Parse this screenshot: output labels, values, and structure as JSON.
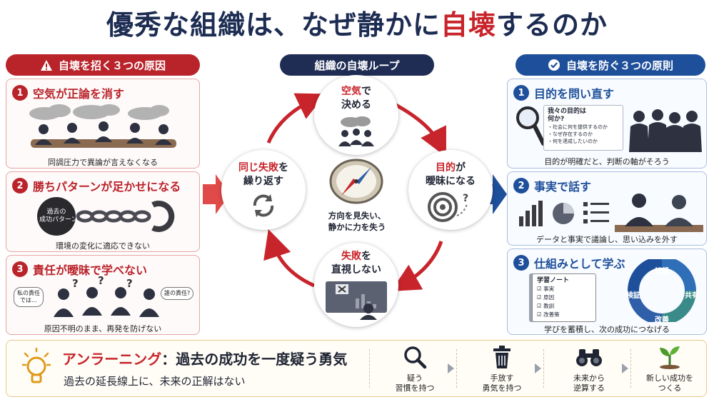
{
  "title": {
    "part1": "優秀な組織は、なぜ静かに",
    "highlight": "自壊",
    "part2": "するのか"
  },
  "left_column": {
    "header": "自壊を招く３つの原因",
    "icon": "warning-icon",
    "cards": [
      {
        "number": "1",
        "title": "空気が正論を消す",
        "caption": "同調圧力で異論が言えなくなる"
      },
      {
        "number": "2",
        "title": "勝ちパターンが足かせになる",
        "caption": "環境の変化に適応できない",
        "ball_label": "過去の\n成功パターン"
      },
      {
        "number": "3",
        "title": "責任が曖昧で学べない",
        "caption": "原因不明のまま、再発を防げない",
        "bubble_left": "私の責任\nでは…",
        "bubble_right": "誰の責任?"
      }
    ]
  },
  "center": {
    "header": "組織の自壊ループ",
    "nodes": {
      "top": {
        "red": "空気",
        "rest": "で",
        "line2": "決める"
      },
      "right": {
        "red": "目的",
        "rest": "が",
        "line2": "曖昧になる"
      },
      "bottom": {
        "red": "失敗",
        "rest": "を",
        "line2": "直視しない"
      },
      "left": {
        "red": "同じ失敗",
        "rest": "を",
        "line2": "繰り返す"
      }
    },
    "center_caption": [
      "方向を見失い、",
      "静かに力を失う"
    ]
  },
  "right_column": {
    "header": "自壊を防ぐ３つの原則",
    "icon": "checkmark-icon",
    "cards": [
      {
        "number": "1",
        "title": "目的を問い直す",
        "caption": "目的が明確だと、判断の軸がそろう",
        "board_title": "我々の目的は\n何か?",
        "board_items": [
          "社会に何を提供するのか",
          "なぜ存在するのか",
          "何を達成したいのか"
        ]
      },
      {
        "number": "2",
        "title": "事実で話す",
        "caption": "データと事実で議論し、思い込みを外す"
      },
      {
        "number": "3",
        "title": "仕組みとして学ぶ",
        "caption": "学びを蓄積し、次の成功につなげる",
        "notebook_title": "学習ノート",
        "notebook_items": [
          "事実",
          "原因",
          "教訓",
          "改善策"
        ],
        "cycle": [
          "記録",
          "共有",
          "改善",
          "検証"
        ]
      }
    ]
  },
  "bottom": {
    "keyword": "アンラーニング",
    "colon": "：",
    "headline": "過去の成功を一度疑う勇気",
    "subline": "過去の延長線上に、未来の正解はない",
    "steps": [
      {
        "icon": "magnifier-icon",
        "label": "疑う\n習慣を持つ"
      },
      {
        "icon": "trash-icon",
        "label": "手放す\n勇気を持つ"
      },
      {
        "icon": "binoculars-icon",
        "label": "未来から\n逆算する"
      },
      {
        "icon": "sprout-icon",
        "label": "新しい成功を\nつくる"
      }
    ]
  },
  "colors": {
    "red": "#b9232a",
    "navy": "#1f2d55",
    "blue": "#1e4f9a",
    "title": "#1c2c52"
  }
}
